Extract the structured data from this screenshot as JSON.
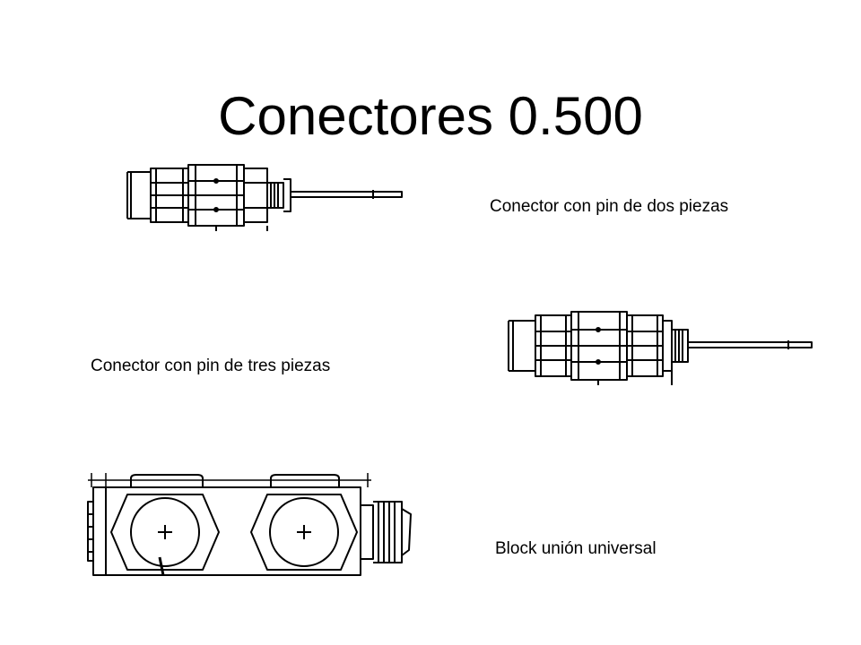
{
  "slide": {
    "title": "Conectores 0.500",
    "captions": {
      "two_piece": "Conector con pin de dos piezas",
      "three_piece": "Conector con pin de tres piezas",
      "block": "Block unión universal"
    }
  },
  "colors": {
    "background": "#ffffff",
    "ink": "#000000"
  },
  "icons": {
    "two_piece": "connector-two-piece-drawing",
    "three_piece": "connector-three-piece-drawing",
    "block": "union-block-drawing"
  }
}
